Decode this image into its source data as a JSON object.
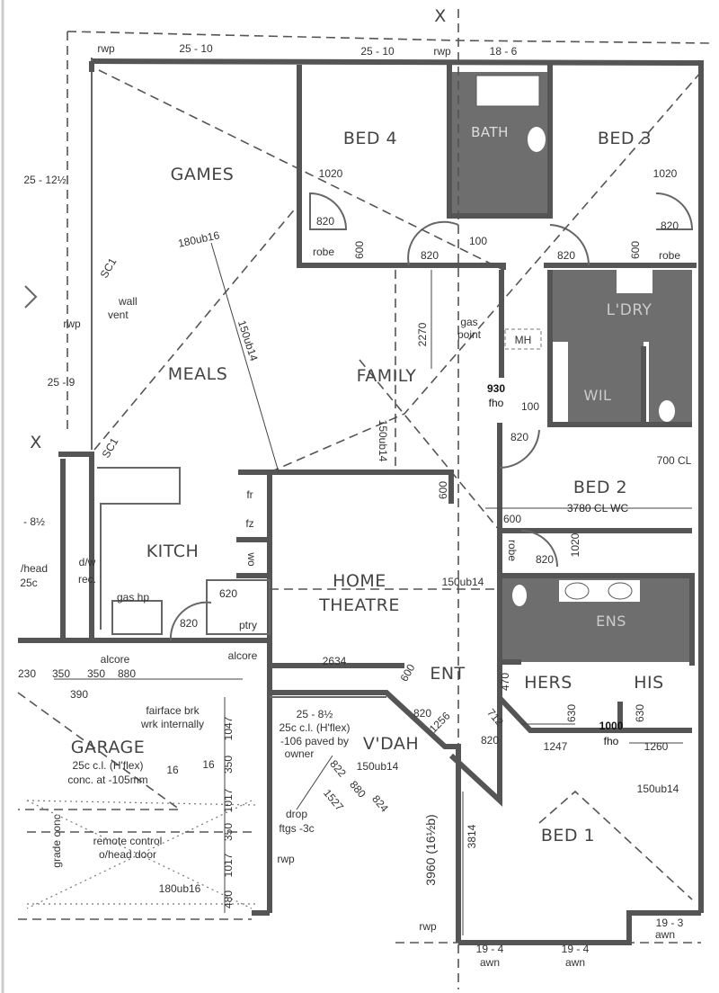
{
  "title": "Floor plan",
  "section_marks": [
    "X",
    "X"
  ],
  "rooms": {
    "bed4": "BED 4",
    "bath": "BATH",
    "bed3": "BED 3",
    "games": "GAMES",
    "laundry": "L'DRY",
    "meals": "MEALS",
    "family": "FAMILY",
    "wil": "WIL",
    "bed2": "BED 2",
    "kitch": "KITCH",
    "home": "HOME",
    "theatre": "THEATRE",
    "ens": "ENS",
    "ent": "ENT",
    "hers": "HERS",
    "his": "HIS",
    "garage": "GARAGE",
    "vdah": "V'DAH",
    "bed1": "BED 1"
  },
  "labels": {
    "rwp_tl": "rwp",
    "dim_25_10_a": "25 - 10",
    "dim_25_10_b": "25 - 10",
    "rwp_top": "rwp",
    "dim_18_6": "18 - 6",
    "dim_25_12": "25 - 12½",
    "d1020_b4": "1020",
    "d820_b4": "820",
    "robe_b4": "robe",
    "d600_b4": "600",
    "d1020_b3": "1020",
    "d820_b3": "820",
    "robe_b3": "robe",
    "d600_b3": "600",
    "beam_180ub16_top": "180ub16",
    "sc1_a": "SC1",
    "wall": "wall",
    "vent": "vent",
    "rwp_left": "rwp",
    "d820_door_b4": "820",
    "d100_bath": "100",
    "d820_door_b3": "820",
    "d2270": "2270",
    "gas": "gas",
    "point": "point",
    "mh": "MH",
    "beam_150ub14_meals": "150ub14",
    "dim_25_9": "25 - 9",
    "fho930": "930",
    "fho930_b": "fho",
    "beam_150ub14_fam": "150ub14",
    "d100_b2": "100",
    "d820_b2door": "820",
    "cl700": "700 CL",
    "cl3780": "3780 CL WC",
    "d600_b2": "600",
    "sc1_b": "SC1",
    "fr": "fr",
    "fz": "fz",
    "wo": "wo",
    "dw": "d/w",
    "rec": "rec.",
    "dim_8half": "- 8½",
    "ohead": "/head",
    "c25": "25c",
    "robe_b2": "robe",
    "d820_b2robe": "820",
    "d1020_b2": "1020",
    "beam_150ub14_ht": "150ub14",
    "d600_ht": "600",
    "d620": "620",
    "gas_hp": "gas hp",
    "d820_kitch": "820",
    "ptry": "ptry",
    "alcore_a": "alcore",
    "alcore_b": "alcore",
    "d2634": "2634",
    "d600_ent": "600",
    "d470": "470",
    "d230": "230",
    "d350a": "350",
    "d350b": "350",
    "d880": "880",
    "d390": "390",
    "fairface1": "fairface brk",
    "fairface2": "wrk internally",
    "v1": "25 - 8½",
    "v2": "25c c.l. (H'flex)",
    "v3": "-106 paved by",
    "v4": "owner",
    "d820_ent": "820",
    "d1256": "1256",
    "d712": "712",
    "fho1000": "1000",
    "fho1000_b": "fho",
    "d630a": "630",
    "d630b": "630",
    "g1": "25c c.l. (H'flex)",
    "g2": "conc. at -105mm",
    "d820_ens": "820",
    "d1247": "1247",
    "d1260": "1260",
    "beam_150ub14_vdah": "150ub14",
    "beam_150ub14_b1": "150ub14",
    "d16a": "16",
    "d16b": "16",
    "d1047": "1047",
    "d350c": "350",
    "d1017a": "1017",
    "d350d": "350",
    "d1017b": "1017",
    "d480": "480",
    "d1527": "1527",
    "drop": "drop",
    "ftgs": "ftgs -3c",
    "d880b": "880",
    "d824": "824",
    "d822": "822",
    "d3814": "3814",
    "d3960": "3960 (16½b)",
    "remote1": "remote control",
    "remote2": "o/head door",
    "grade": "grade conc",
    "rwp_garage": "rwp",
    "beam_180ub16_g": "180ub16",
    "rwp_bottom": "rwp",
    "awn193": "19 - 3",
    "awn193b": "awn",
    "awn194a": "19 - 4",
    "awn194a_b": "awn",
    "awn194b": "19 - 4",
    "awn194b_b": "awn"
  }
}
